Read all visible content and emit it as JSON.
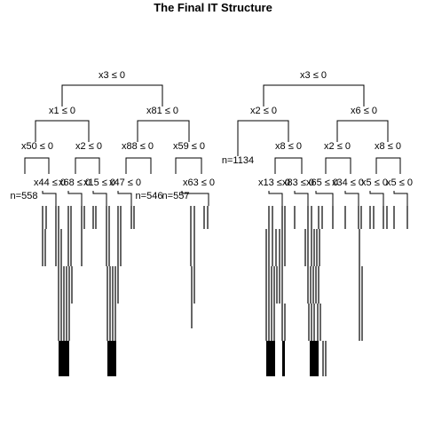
{
  "title": "The Final IT Structure",
  "splits": {
    "A": "x3 ≤ 0",
    "L": "x1 ≤ 0",
    "LL": "x50 ≤ 0",
    "LR": "x2 ≤ 0",
    "M": "x81 ≤ 0",
    "ML": "x88 ≤ 0",
    "MR": "x59 ≤ 0",
    "L4a": "x44 ≤ 0",
    "L4b": "x68 ≤ 0",
    "L4c": "x15 ≤ 0",
    "L4d": "x47 ≤ 0",
    "L4e": "x63 ≤ 0",
    "B": "x3 ≤ 0",
    "BL": "x2 ≤ 0",
    "BLR": "x8 ≤ 0",
    "BR": "x6 ≤ 0",
    "BRL": "x2 ≤ 0",
    "BRR": "x8 ≤ 0",
    "R4a": "x13 ≤ 0",
    "R4b": "x83 ≤ 0",
    "R4c": "x65 ≤ 0",
    "R4d": "x34 ≤ 0",
    "R4e": "x5 ≤ 0",
    "R4f": "x5 ≤ 0"
  },
  "leaves": {
    "n1": "n=558",
    "n2": "n=546",
    "n3": "n=557",
    "n4": "n=1134"
  }
}
